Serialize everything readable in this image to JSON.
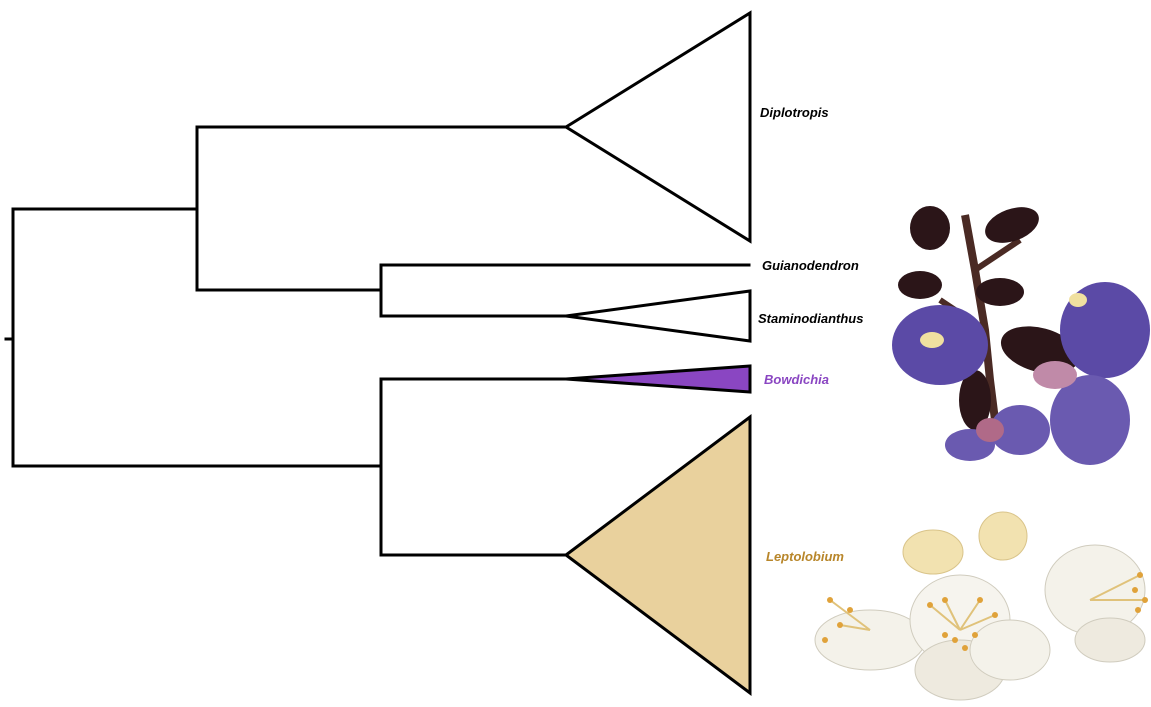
{
  "tree": {
    "taxa": [
      {
        "id": "diplotropis",
        "label": "Diplotropis",
        "color": "#000000",
        "fill": "#ffffff"
      },
      {
        "id": "guianodendron",
        "label": "Guianodendron",
        "color": "#000000",
        "fill": "#ffffff"
      },
      {
        "id": "staminodianthus",
        "label": "Staminodianthus",
        "color": "#000000",
        "fill": "#ffffff"
      },
      {
        "id": "bowdichia",
        "label": "Bowdichia",
        "color": "#8a46c2",
        "fill": "#8a46c2"
      },
      {
        "id": "leptolobium",
        "label": "Leptolobium",
        "color": "#b8862a",
        "fill": "#e9d19d"
      }
    ]
  },
  "photos": [
    {
      "id": "bowdichia-flower-photo",
      "subject": "Bowdichia inflorescence",
      "color": "#5b4aa6"
    },
    {
      "id": "leptolobium-flower-photo",
      "subject": "Leptolobium flowers",
      "color": "#f2ecd6"
    }
  ]
}
